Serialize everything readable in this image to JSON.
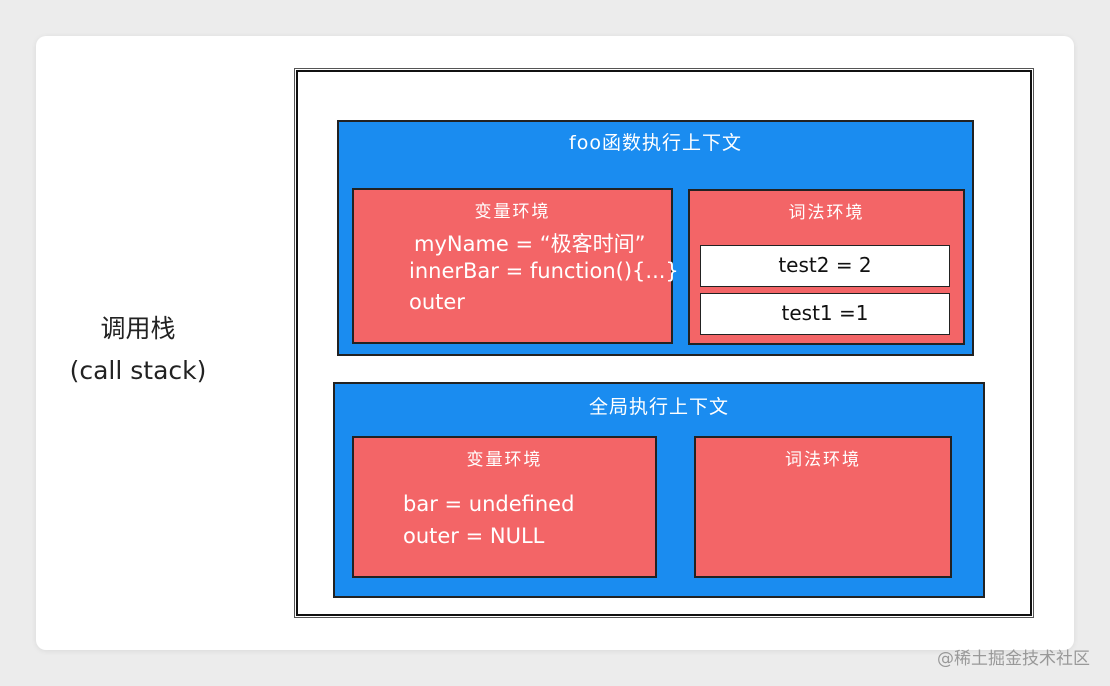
{
  "call_stack": {
    "title": "调用栈",
    "subtitle": "(call stack)"
  },
  "foo_context": {
    "title": "foo函数执行上下文",
    "variable_env": {
      "title": "变量环境",
      "lines": [
        "myName = “极客时间”",
        "innerBar = function(){...}",
        "outer"
      ]
    },
    "lexical_env": {
      "title": "词法环境",
      "items": [
        "test2 = 2",
        "test1 =1"
      ]
    }
  },
  "global_context": {
    "title": "全局执行上下文",
    "variable_env": {
      "title": "变量环境",
      "lines": [
        "bar =  undefined",
        "outer = NULL"
      ]
    },
    "lexical_env": {
      "title": "词法环境"
    }
  },
  "watermark": "@稀土掘金技术社区",
  "colors": {
    "context_blue": "#1a8cf0",
    "env_red": "#f36567",
    "background": "#ececec"
  }
}
